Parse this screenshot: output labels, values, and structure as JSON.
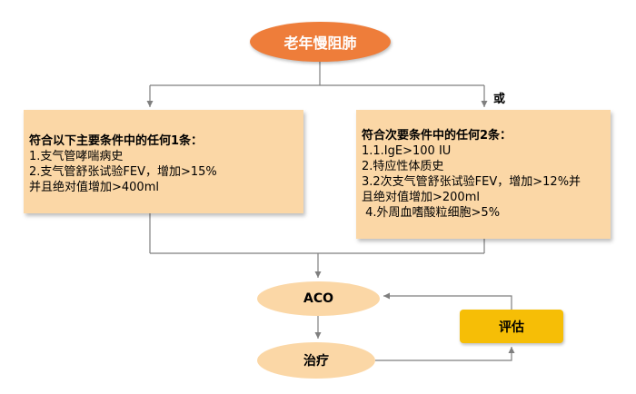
{
  "title": "老年慢阻肺",
  "or_label": "或",
  "major_criteria": {
    "heading": "符合以下主要条件中的任何1条：",
    "items": [
      "1.支气管哮喘病史",
      "2.支气管舒张试验FEV，增加>15%",
      "并且绝对值增加>400ml"
    ]
  },
  "minor_criteria": {
    "heading": "符合次要条件中的任何2条：",
    "items": [
      "1.1.IgE>100 IU",
      "2.特应性体质史",
      "3.2次支气管舒张试验FEV，增加>12%并",
      "且绝对值增加>200ml",
      " 4.外周血嗜酸粒细胞>5%"
    ]
  },
  "aco_label": "ACO",
  "treatment_label": "治疗",
  "evaluation_label": "评估",
  "colors": {
    "top_node": "#ee7d3a",
    "panel": "#fbd7a6",
    "evaluation": "#f6be06",
    "line": "#7f7f7f"
  }
}
